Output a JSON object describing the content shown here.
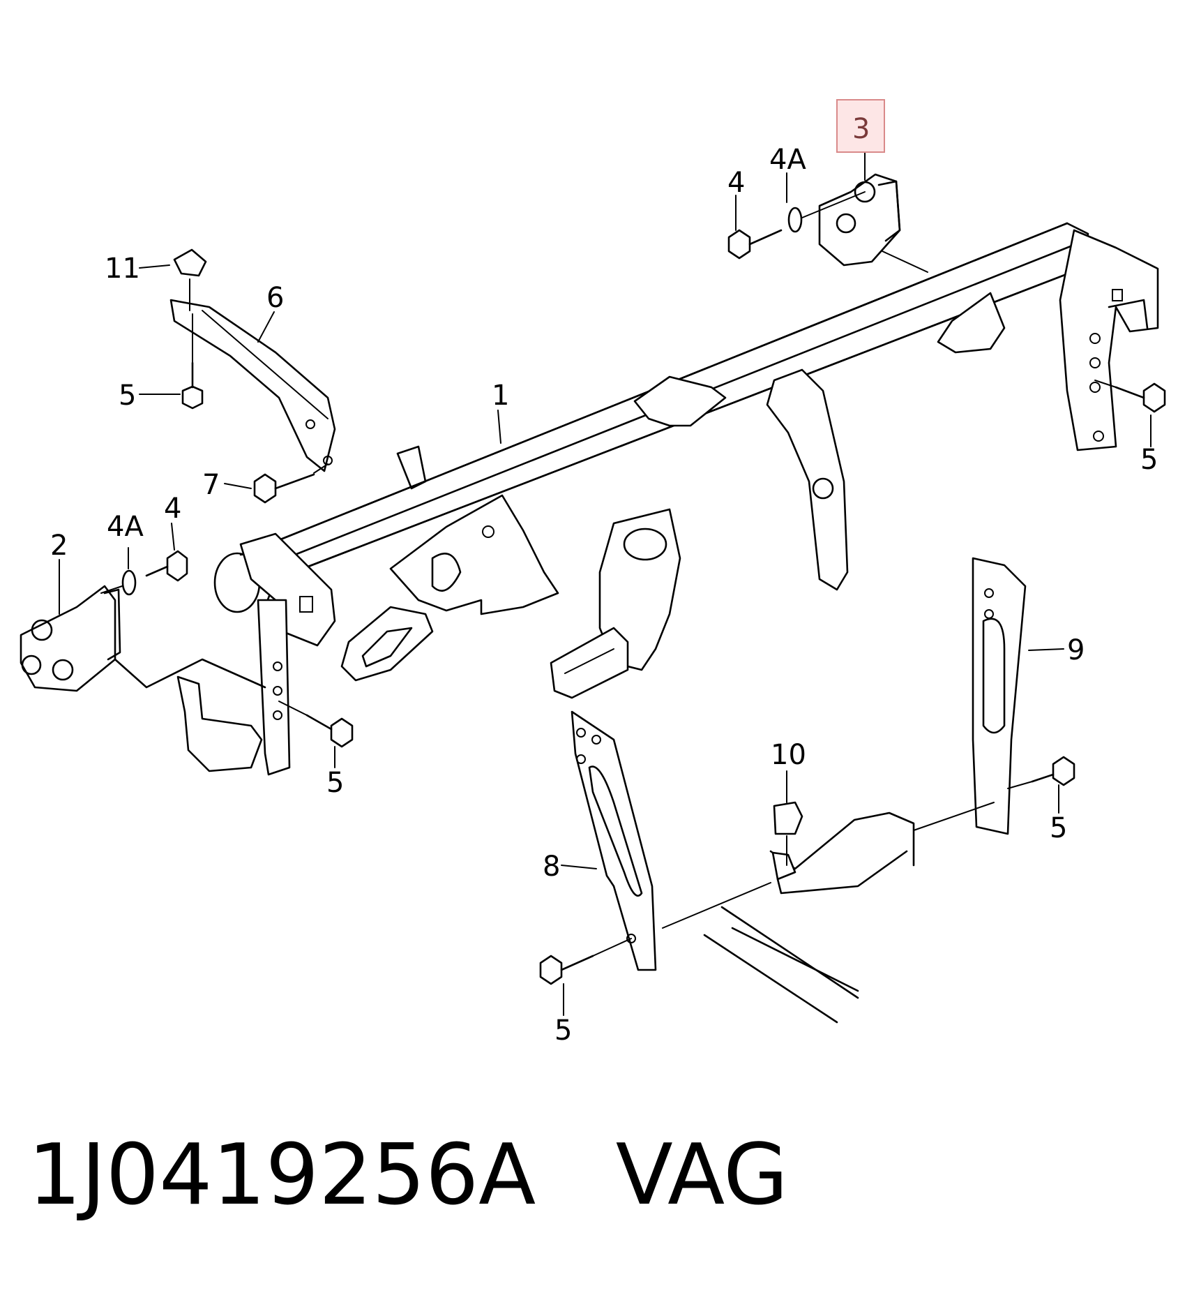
{
  "callouts": {
    "c1": "1",
    "c2": "2",
    "c3": "3",
    "c4_top": "4",
    "c4a_top": "4A",
    "c4_left": "4",
    "c4a_left": "4A",
    "c5_right": "5",
    "c5_left_top": "5",
    "c5_left": "5",
    "c5_bottom_right": "5",
    "c5_bottom": "5",
    "c6": "6",
    "c7": "7",
    "c8": "8",
    "c9": "9",
    "c10": "10",
    "c11": "11"
  },
  "highlighted_callout": "3",
  "caption": {
    "part_number": "1J0419256A",
    "brand": "VAG"
  },
  "colors": {
    "highlight_fill": "#fde6e6",
    "highlight_border": "#d98a8a",
    "ink": "#000000"
  }
}
